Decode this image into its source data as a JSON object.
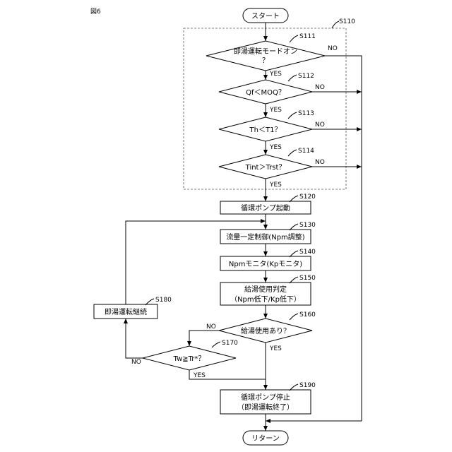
{
  "figure_label": "図6",
  "nodes": {
    "start": "スタート",
    "d111": "即湯運転モードオン",
    "d111b": "？",
    "d112": "Qf＜MOQ？",
    "d113": "Th＜T1？",
    "d114": "Tint＞Trst？",
    "s120": "循環ポンプ起動",
    "s130": "流量一定制御(Npm調整)",
    "s140": "Npmモニタ(Kpモニタ)",
    "s150a": "給湯使用判定",
    "s150b": "（Npm低下/Kp低下）",
    "d160": "給湯使用あり？",
    "d170": "Tw≧Tr*？",
    "s180": "即湯運転継続",
    "s190a": "循環ポンプ停止",
    "s190b": "（即湯運転終了）",
    "end": "リターン"
  },
  "step_ids": {
    "s110": "S110",
    "s111": "S111",
    "s112": "S112",
    "s113": "S113",
    "s114": "S114",
    "s120": "S120",
    "s130": "S130",
    "s140": "S140",
    "s150": "S150",
    "s160": "S160",
    "s170": "S170",
    "s180": "S180",
    "s190": "S190"
  },
  "branch": {
    "yes": "YES",
    "no": "NO"
  }
}
